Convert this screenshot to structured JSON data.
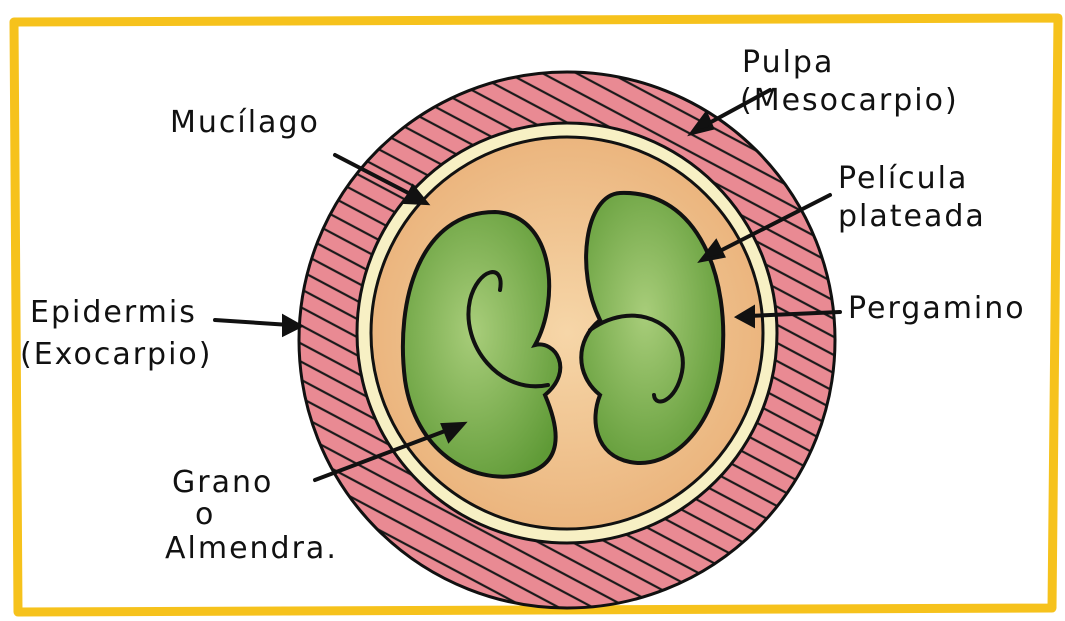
{
  "labels": {
    "pulpa": "Pulpa",
    "mesocarpio": "(Mesocarpio)",
    "mucilago": "Mucílago",
    "pelicula": "Película",
    "plateada": "plateada",
    "epidermis": "Epidermis",
    "exocarpio": "(Exocarpio)",
    "pergamino": "Pergamino",
    "grano": "Grano",
    "o": "o",
    "almendra": "Almendra."
  },
  "colors": {
    "frame": "#f6c21c",
    "pulp_red": "#e0727c",
    "hatch": "#1a1a1a",
    "mucilage_yellow": "#f4ecb4",
    "parchment_tan": "#efc08a",
    "bean_green": "#7fae4c",
    "bean_dark": "#4f8a2a",
    "outline": "#111111"
  }
}
